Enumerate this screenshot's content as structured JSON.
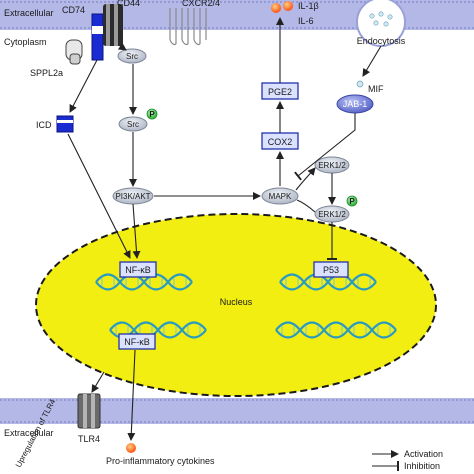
{
  "membrane_top": {
    "extracellular_label": "Extracellular",
    "cytoplasm_label": "Cytoplasm"
  },
  "membrane_bottom": {
    "extracellular_label": "Extracellular",
    "regulation_label": "Upregulation of TLR4"
  },
  "receptors": {
    "cd74": "CD74",
    "cd44": "CD44",
    "cxcr": "CXCR2/4",
    "tlr4": "TLR4"
  },
  "nodes": {
    "sppl2a": "SPPL2a",
    "icd": "ICD",
    "src_upper": "Src",
    "src_lower": "Src",
    "phospho": "P",
    "phospho2": "P",
    "pi3k": "PI3K/AKT",
    "mapk": "MAPK",
    "erk_upper": "ERK1/2",
    "erk_lower": "ERK1/2",
    "pge2": "PGE2",
    "cox2": "COX2",
    "il": "IL-1β",
    "il6": "IL-6",
    "endocytosis": "Endocytosis",
    "mif": "MIF",
    "jab1": "JAB-1",
    "nfkb_upper": "NF-κB",
    "nfkb_lower": "NF-κB",
    "p53": "P53",
    "nucleus": "Nucleus",
    "cytokines": "Pro-inflammatory cytokines"
  },
  "legend": {
    "activation": "Activation",
    "inhibition": "Inhibition"
  },
  "colors": {
    "membrane_blue": "#b3b8e6",
    "membrane_line": "#8a8fd0",
    "nucleus_fill": "#f2ee12",
    "node_fill": "#c7cdda",
    "jab1_fill": "#6f7bd6",
    "box_stroke": "#2233aa",
    "box_fill": "#dbe2ff",
    "dna": "#2a9bbf",
    "cytokine": "#ff5a1a",
    "phospho": "#3cc84a"
  }
}
